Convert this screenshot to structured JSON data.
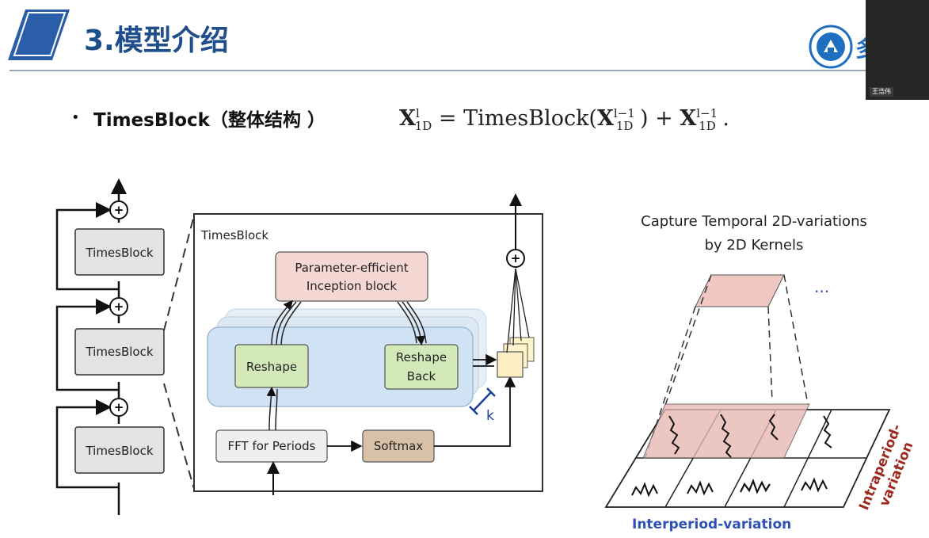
{
  "slide": {
    "title": "3.模型介绍",
    "bullet": "TimesBlock（整体结构 ）",
    "formula_text": "X_1D^l = TimesBlock(X_1D^(l−1)) + X_1D^(l−1)."
  },
  "logo": {
    "partial_text": "多"
  },
  "video": {
    "participant_label": "王浩伟"
  },
  "left_stack": {
    "blocks": [
      "TimesBlock",
      "TimesBlock",
      "TimesBlock"
    ],
    "add_symbol": "+"
  },
  "detail": {
    "frame_label": "TimesBlock",
    "inception_block": "Parameter-efficient Inception block",
    "inception_line1": "Parameter-efficient",
    "inception_line2": "Inception block",
    "reshape": "Reshape",
    "reshape_back_line1": "Reshape",
    "reshape_back_line2": "Back",
    "fft": "FFT for Periods",
    "softmax": "Softmax",
    "k_label": "k",
    "add_symbol": "+"
  },
  "right_figure": {
    "title_line1": "Capture Temporal 2D-variations",
    "title_line2": "by 2D Kernels",
    "ellipsis": "...",
    "interperiod_label": "Interperiod-variation",
    "intraperiod_line1": "Intraperiod-",
    "intraperiod_line2": "variation"
  },
  "colors": {
    "title_blue": "#1f4e8c",
    "block_gray": "#e3e3e3",
    "inception_pink": "#f5d7d4",
    "panel_blue": "#cfe3f4",
    "reshape_green": "#d4e9b9",
    "softmax_tan": "#d8c1a6",
    "kernel_pink": "#e8b8b1",
    "interperiod_blue": "#2f50b5",
    "intraperiod_red": "#9c2a20"
  }
}
